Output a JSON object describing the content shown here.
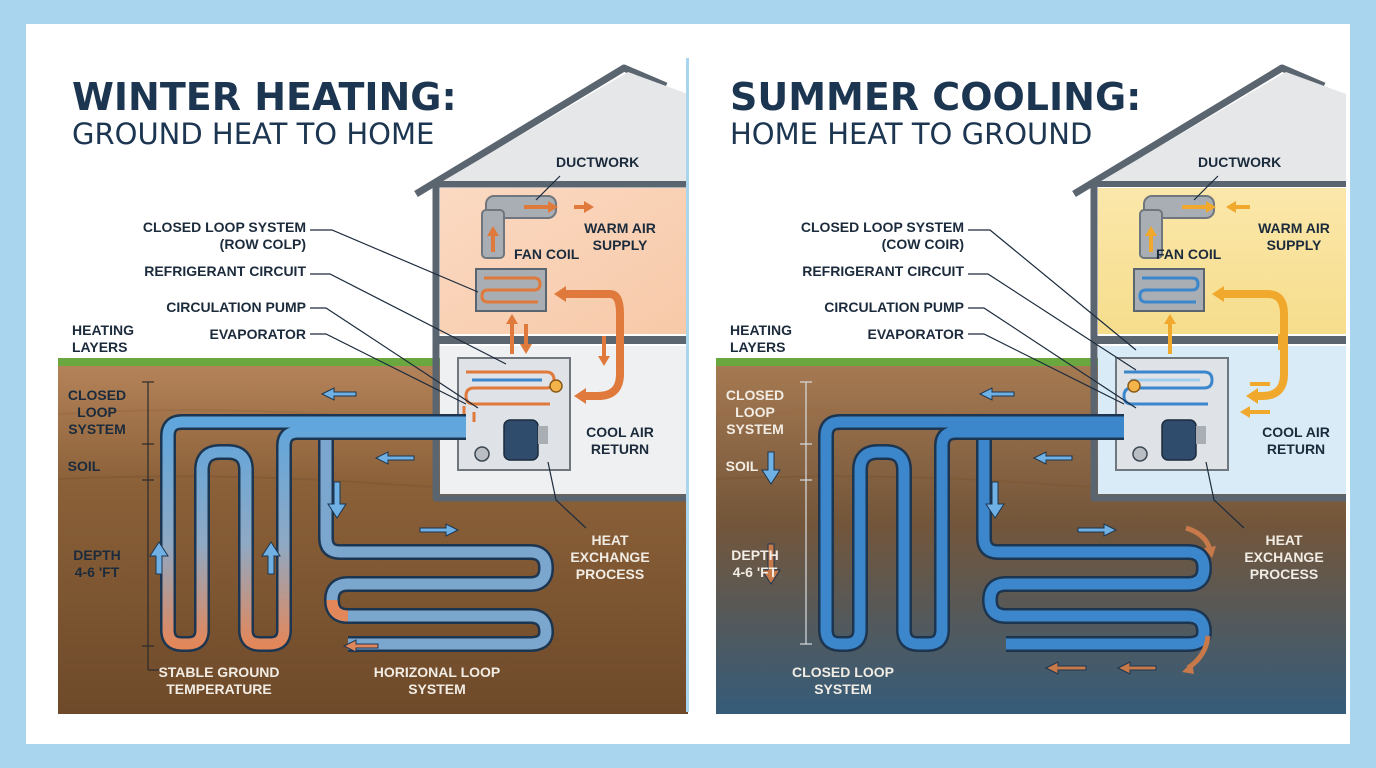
{
  "colors": {
    "navy": "#1c3550",
    "heat": "#e07a3c",
    "cool": "#3c86cc",
    "soil": "#7a5533",
    "grass": "#6aa83f",
    "background": "#a9d6ee"
  },
  "winter": {
    "title": "WINTER HEATING:",
    "subtitle": "GROUND HEAT TO HOME",
    "labels": {
      "ductwork": "DUCTWORK",
      "closed_loop_system": "CLOSED LOOP SYSTEM",
      "closed_loop_sub": "(ROW COLP)",
      "refrigerant_circuit": "REFRIGERANT CIRCUIT",
      "circulation_pump": "CIRCULATION PUMP",
      "evaporator": "EVAPORATOR",
      "heating_layers": "HEATING\nLAYERS",
      "fan_coil": "FAN COIL",
      "warm_air_supply": "WARM AIR\nSUPPLY",
      "cool_air_return": "COOL AIR\nRETURN",
      "layer_closed_loop": "CLOSED\nLOOP\nSYSTEM",
      "layer_soil": "SOIL",
      "layer_depth": "DEPTH\n4-6 'FT",
      "heat_exchange": "HEAT\nEXCHANGE\nPROCESS",
      "stable_ground": "STABLE GROUND\nTEMPERATURE",
      "horizontal_loop": "HORIZONAL LOOP\nSYSTEM"
    }
  },
  "summer": {
    "title": "SUMMER COOLING:",
    "subtitle": "HOME HEAT TO GROUND",
    "labels": {
      "ductwork": "DUCTWORK",
      "closed_loop_system": "CLOSED LOOP SYSTEM",
      "closed_loop_sub": "(COW COIR)",
      "refrigerant_circuit": "REFRIGERANT CIRCUIT",
      "circulation_pump": "CIRCULATION PUMP",
      "evaporator": "EVAPORATOR",
      "heating_layers": "HEATING\nLAYERS",
      "fan_coil": "FAN COIL",
      "warm_air_supply": "WARM AIR\nSUPPLY",
      "cool_air_return": "COOL AIR\nRETURN",
      "layer_closed_loop": "CLOSED\nLOOP\nSYSTEM",
      "layer_soil": "SOIL",
      "layer_depth": "DEPTH\n4-6 'FT",
      "heat_exchange": "HEAT\nEXCHANGE\nPROCESS",
      "closed_loop_bottom": "CLOSED LOOP\nSYSTEM"
    }
  }
}
